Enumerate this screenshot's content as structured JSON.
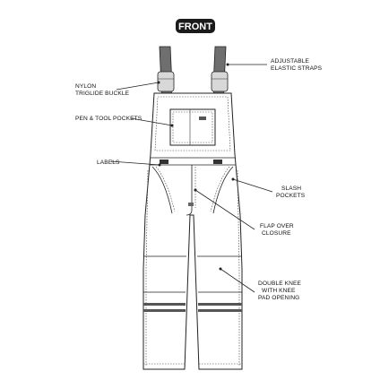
{
  "badge": "FRONT",
  "callouts": {
    "adjustable_straps": [
      "ADJUSTABLE",
      "ELASTIC STRAPS"
    ],
    "nylon_buckle": [
      "NYLON",
      "TRIGLIDE BUCKLE"
    ],
    "pen_tool_pockets": [
      "PEN & TOOL POCKETS"
    ],
    "labels": [
      "LABELS"
    ],
    "slash_pockets": [
      "SLASH",
      "POCKETS"
    ],
    "flap_closure": [
      "FLAP OVER",
      "CLOSURE"
    ],
    "double_knee": [
      "DOUBLE KNEE",
      "WITH KNEE",
      "PAD OPENING"
    ]
  },
  "colors": {
    "strap": "#6f6f6f",
    "badge": "#1a1a1a",
    "reflective": "#555555"
  }
}
